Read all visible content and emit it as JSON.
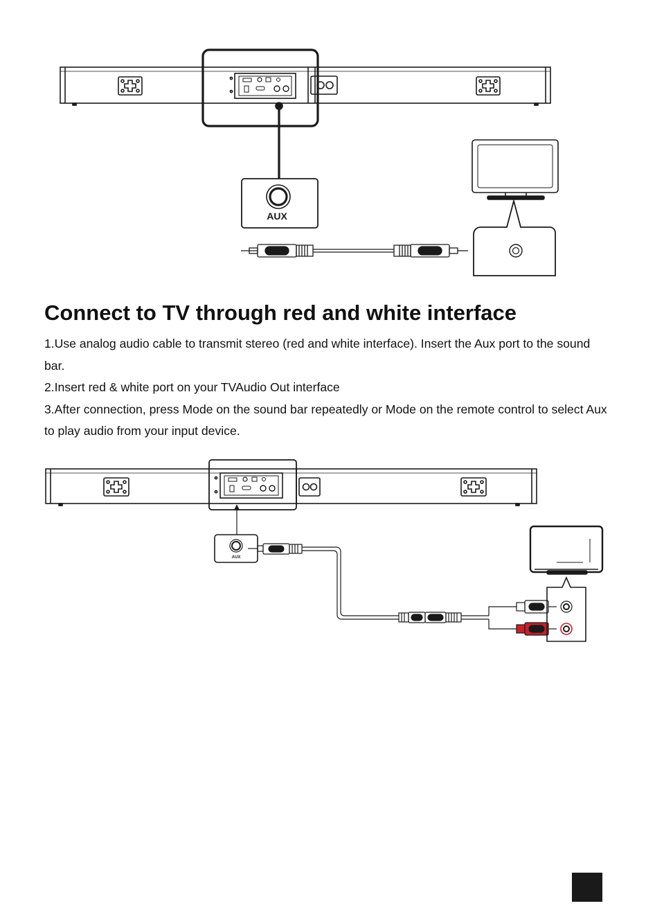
{
  "section": {
    "title": "Connect to TV through red and white interface",
    "steps": [
      "1.Use analog audio cable to transmit stereo (red and white interface). Insert the Aux port to the sound bar.",
      "2.Insert red & white port on your TVAudio Out interface",
      "3.After connection, press Mode on the sound bar repeatedly or Mode on the remote control to select Aux to play audio from your input device."
    ]
  },
  "diagram_top": {
    "port_label": "AUX"
  },
  "diagram_bottom": {
    "port_label": "AUX"
  },
  "colors": {
    "text": "#111111",
    "red_plug": "#c8202a",
    "outline": "#1a1a1a"
  }
}
